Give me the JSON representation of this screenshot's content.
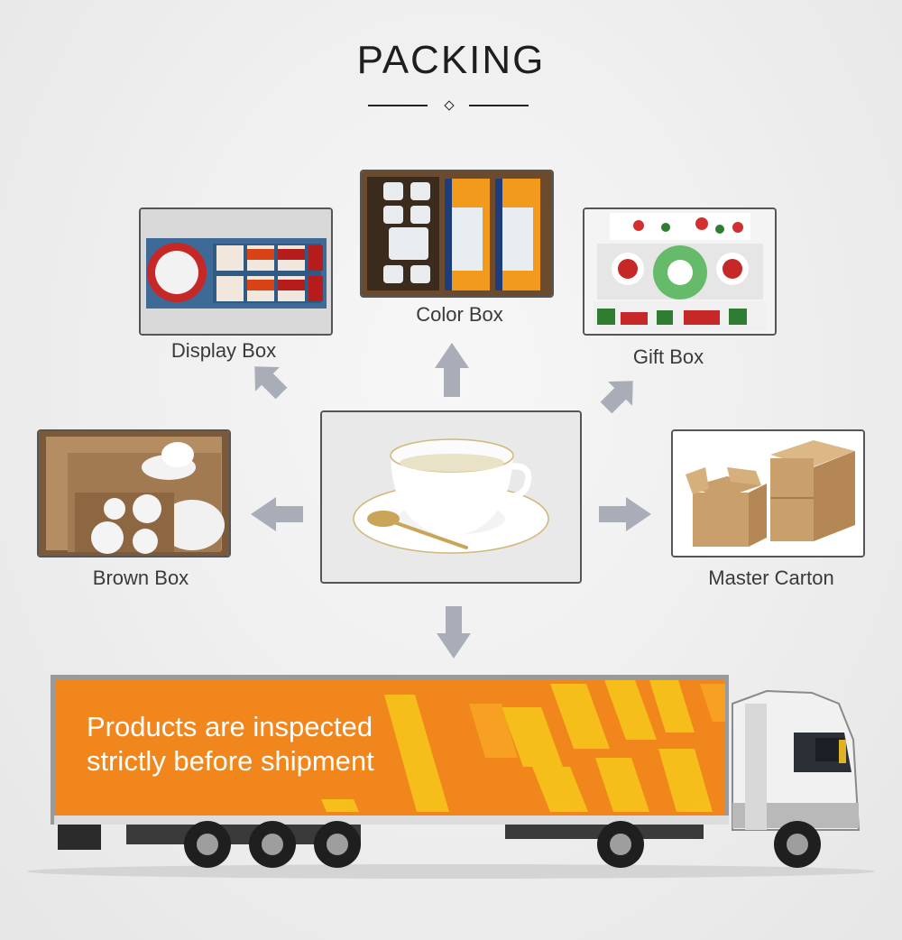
{
  "header": {
    "title": "PACKING"
  },
  "packaging": {
    "display_box": "Display Box",
    "color_box": "Color Box",
    "gift_box": "Gift Box",
    "brown_box": "Brown Box",
    "master_carton": "Master Carton"
  },
  "truck": {
    "line1": "Products are inspected",
    "line2": "strictly before shipment"
  },
  "colors": {
    "arrow": "#a9adb8",
    "orange": "#f0861c",
    "yellow": "#f7c21b",
    "frame": "#555555"
  }
}
